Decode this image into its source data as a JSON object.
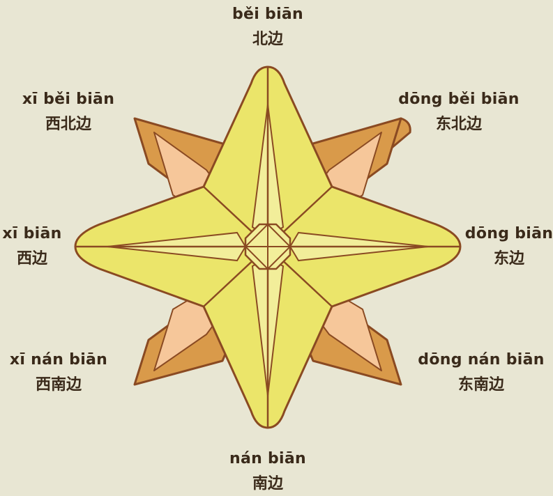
{
  "directions": {
    "north": {
      "pinyin": "běi biān",
      "hanzi": "北边"
    },
    "northeast": {
      "pinyin": "dōng běi biān",
      "hanzi": "东北边"
    },
    "east": {
      "pinyin": "dōng biān",
      "hanzi": "东边"
    },
    "southeast": {
      "pinyin": "dōng nán biān",
      "hanzi": "东南边"
    },
    "south": {
      "pinyin": "nán biān",
      "hanzi": "南边"
    },
    "southwest": {
      "pinyin": "xī nán biān",
      "hanzi": "西南边"
    },
    "west": {
      "pinyin": "xī biān",
      "hanzi": "西边"
    },
    "northwest": {
      "pinyin": "xī běi biān",
      "hanzi": "西北边"
    }
  },
  "colors": {
    "background": "#e8e6d3",
    "main_star_fill": "#ebe56a",
    "main_star_inner": "#f2ee9a",
    "diagonal_star_fill": "#d99a4a",
    "diagonal_star_inner": "#f6c79a",
    "outline": "#8a4a22",
    "text": "#3a2a1a"
  }
}
